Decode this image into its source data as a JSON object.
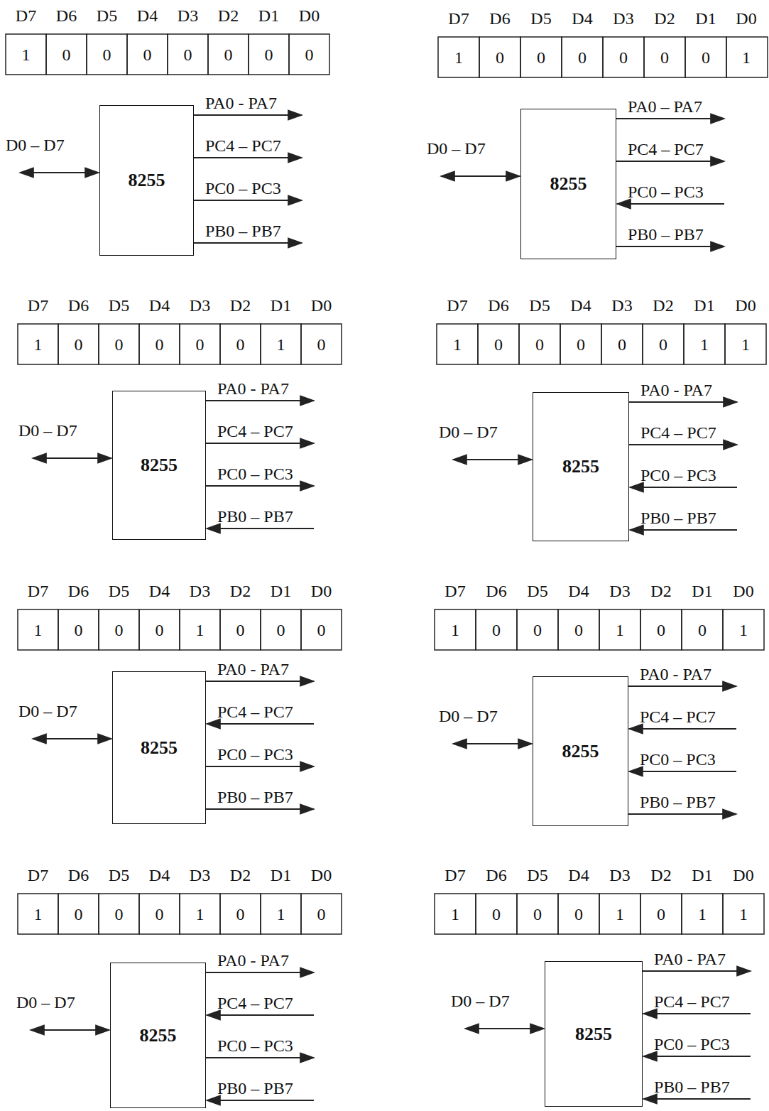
{
  "diagram": {
    "nodes": [
      {
        "text": [
          "8255"
        ]
      },
      {
        "text": [
          "8255"
        ]
      },
      {
        "text": [
          "8255"
        ]
      },
      {
        "text": [
          "8255"
        ]
      },
      {
        "text": [
          "8255"
        ]
      },
      {
        "text": [
          "8255"
        ]
      },
      {
        "text": [
          "8255"
        ]
      },
      {
        "text": [
          "8255"
        ]
      }
    ],
    "labels": [
      "D7",
      "D6",
      "D5",
      "D4",
      "D3",
      "D2",
      "D1",
      "D0",
      "1",
      "0",
      "0",
      "0",
      "0",
      "0",
      "0",
      "0",
      "D0 – D7",
      "PA0 - PA7",
      "PC4 – PC7",
      "PC0 – PC3",
      "PB0 – PB7",
      "D7",
      "D6",
      "D5",
      "D4",
      "D3",
      "D2",
      "D1",
      "D0",
      "1",
      "0",
      "0",
      "0",
      "0",
      "0",
      "0",
      "1",
      "D0 – D7",
      "PA0 – PA7",
      "PC4 – PC7",
      "PC0 – PC3",
      "PB0 – PB7",
      "D7",
      "D6",
      "D5",
      "D4",
      "D3",
      "D2",
      "D1",
      "D0",
      "1",
      "0",
      "0",
      "0",
      "0",
      "0",
      "1",
      "0",
      "D0 – D7",
      "PA0 - PA7",
      "PC4 – PC7",
      "PC0 – PC3",
      "PB0 – PB7",
      "D7",
      "D6",
      "D5",
      "D4",
      "D3",
      "D2",
      "D1",
      "D0",
      "1",
      "0",
      "0",
      "0",
      "0",
      "0",
      "1",
      "1",
      "D0 – D7",
      "PA0 - PA7",
      "PC4 – PC7",
      "PC0 – PC3",
      "PB0 – PB7",
      "D7",
      "D6",
      "D5",
      "D4",
      "D3",
      "D2",
      "D1",
      "D0",
      "1",
      "0",
      "0",
      "0",
      "1",
      "0",
      "0",
      "0",
      "D0 – D7",
      "PA0 - PA7",
      "PC4 – PC7",
      "PC0 – PC3",
      "PB0 – PB7",
      "D7",
      "D6",
      "D5",
      "D4",
      "D3",
      "D2",
      "D1",
      "D0",
      "1",
      "0",
      "0",
      "0",
      "1",
      "0",
      "0",
      "1",
      "D0 – D7",
      "PA0 - PA7",
      "PC4 – PC7",
      "PC0 – PC3",
      "PB0 – PB7",
      "D7",
      "D6",
      "D5",
      "D4",
      "D3",
      "D2",
      "D1",
      "D0",
      "1",
      "0",
      "0",
      "0",
      "1",
      "0",
      "1",
      "0",
      "D0 – D7",
      "PA0 - PA7",
      "PC4 – PC7",
      "PC0 – PC3",
      "PB0 – PB7",
      "D7",
      "D6",
      "D5",
      "D4",
      "D3",
      "D2",
      "D1",
      "D0",
      "1",
      "0",
      "0",
      "0",
      "1",
      "0",
      "1",
      "1",
      "D0 – D7",
      "PA0 - PA7",
      "PC4 – PC7",
      "PC0 – PC3",
      "PB0 – PB7"
    ]
  }
}
